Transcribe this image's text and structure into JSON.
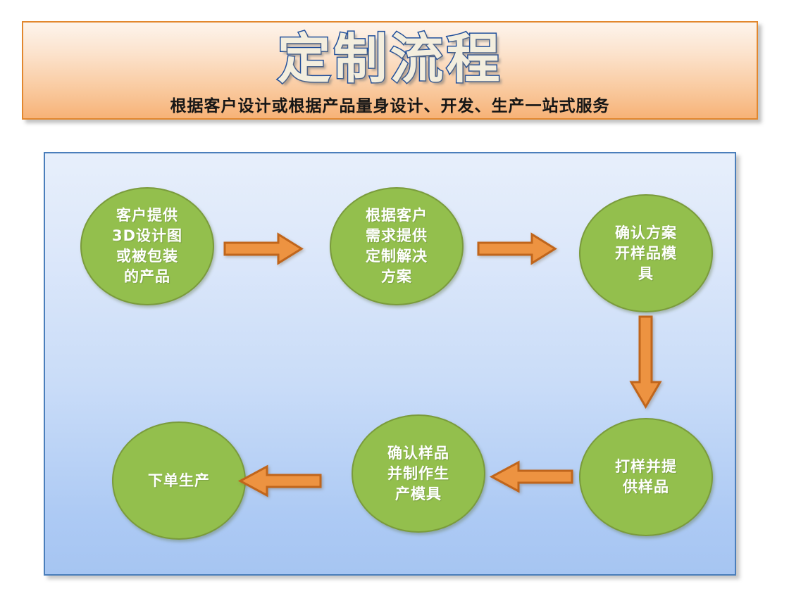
{
  "header": {
    "title": "定制流程",
    "subtitle": "根据客户设计或根据产品量身设计、开发、生产一站式服务",
    "border_color": "#E2872E",
    "title_fill_color": "#F3EEDE",
    "title_outline_color": "#1F4E9B"
  },
  "diagram": {
    "panel_border_color": "#4A7EBB",
    "node_fill_color": "#93BF4D",
    "node_border_color": "#7A9B3C",
    "node_text_color": "#FFFFFF",
    "arrow_fill_color": "#ED9341",
    "arrow_border_color": "#C0651B",
    "nodes": [
      {
        "id": "step-1",
        "label": "客户提供\n3D设计图\n或被包装\n的产品"
      },
      {
        "id": "step-2",
        "label": "根据客户\n需求提供\n定制解决\n方案"
      },
      {
        "id": "step-3",
        "label": "确认方案\n开样品模\n具"
      },
      {
        "id": "step-4",
        "label": "打样并提\n供样品"
      },
      {
        "id": "step-5",
        "label": "确认样品\n并制作生\n产模具"
      },
      {
        "id": "step-6",
        "label": "下单生产"
      }
    ],
    "arrows": [
      {
        "id": "arrow-1",
        "direction": "right",
        "from": "step-1",
        "to": "step-2"
      },
      {
        "id": "arrow-2",
        "direction": "right",
        "from": "step-2",
        "to": "step-3"
      },
      {
        "id": "arrow-3",
        "direction": "down",
        "from": "step-3",
        "to": "step-4"
      },
      {
        "id": "arrow-4",
        "direction": "left",
        "from": "step-4",
        "to": "step-5"
      },
      {
        "id": "arrow-5",
        "direction": "left",
        "from": "step-5",
        "to": "step-6"
      }
    ]
  }
}
